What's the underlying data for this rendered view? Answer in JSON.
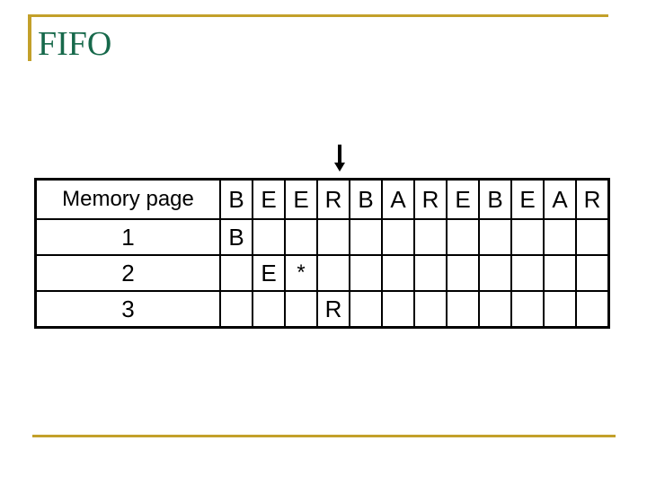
{
  "slide": {
    "title": "FIFO",
    "colors": {
      "title_green": "#17694B",
      "gold": "#C3A02A",
      "purple": "#BE7CE0",
      "red": "#CC2020"
    }
  },
  "arrow": {
    "points_to_column_index": 3,
    "points_to_letter": "R"
  },
  "table": {
    "header_label": "Memory page",
    "reference_string": [
      "B",
      "E",
      "E",
      "R",
      "B",
      "A",
      "R",
      "E",
      "B",
      "E",
      "A",
      "R"
    ],
    "rows": [
      {
        "label": "1",
        "cells": [
          {
            "col": 0,
            "text": "B",
            "color": "purple"
          }
        ]
      },
      {
        "label": "2",
        "cells": [
          {
            "col": 1,
            "text": "E",
            "color": "purple"
          },
          {
            "col": 2,
            "text": "*",
            "color": "red"
          }
        ]
      },
      {
        "label": "3",
        "cells": [
          {
            "col": 3,
            "text": "R",
            "color": "purple"
          }
        ]
      }
    ]
  }
}
